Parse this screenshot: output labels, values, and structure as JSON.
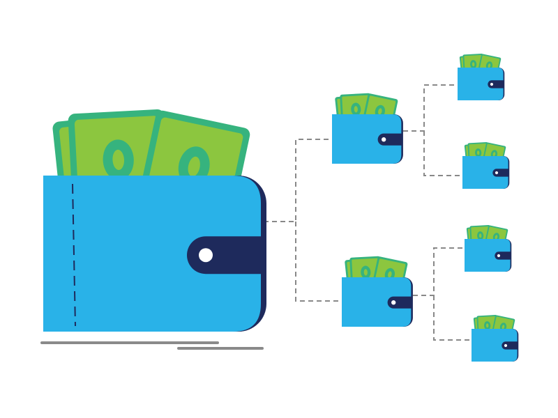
{
  "illustration": {
    "colors": {
      "background": "#ffffff",
      "wallet_body": "#29b2e8",
      "wallet_back": "#1e2a5c",
      "clasp": "#1e2a5c",
      "snap": "#ffffff",
      "stitch": "#1e2a5c",
      "bill_dark": "#2e9e6b",
      "bill_mid": "#36b37e",
      "bill_light": "#8cc63f",
      "connector": "#888888",
      "shadow": "#8a8a8a"
    },
    "wallets": [
      {
        "id": "root",
        "tier": 0,
        "icon": "wallet-icon"
      },
      {
        "id": "branch-top",
        "tier": 1,
        "icon": "wallet-icon"
      },
      {
        "id": "branch-bottom",
        "tier": 1,
        "icon": "wallet-icon"
      },
      {
        "id": "leaf-1",
        "tier": 2,
        "icon": "wallet-icon"
      },
      {
        "id": "leaf-2",
        "tier": 2,
        "icon": "wallet-icon"
      },
      {
        "id": "leaf-3",
        "tier": 2,
        "icon": "wallet-icon"
      },
      {
        "id": "leaf-4",
        "tier": 2,
        "icon": "wallet-icon"
      }
    ],
    "connections": [
      {
        "from": "root",
        "to": "branch-top"
      },
      {
        "from": "root",
        "to": "branch-bottom"
      },
      {
        "from": "branch-top",
        "to": "leaf-1"
      },
      {
        "from": "branch-top",
        "to": "leaf-2"
      },
      {
        "from": "branch-bottom",
        "to": "leaf-3"
      },
      {
        "from": "branch-bottom",
        "to": "leaf-4"
      }
    ]
  }
}
